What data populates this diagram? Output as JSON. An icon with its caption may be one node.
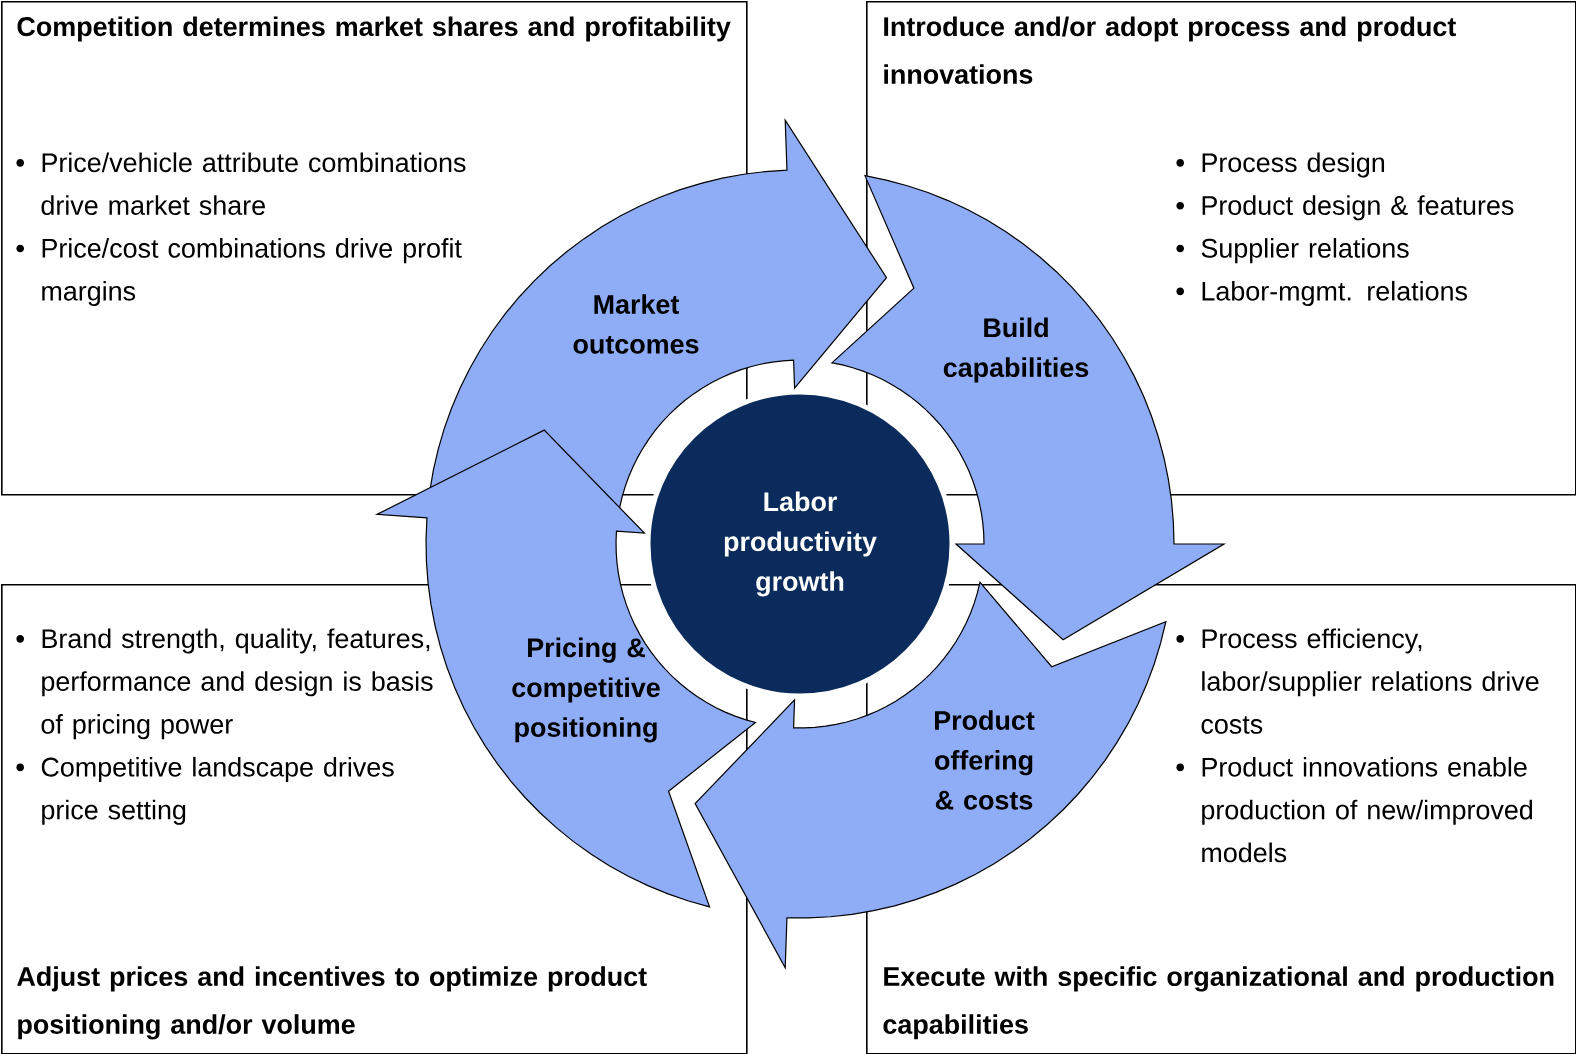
{
  "diagram": {
    "nodes": [
      {
        "text": [
          "Competition determines market shares and profitability",
          "Price/vehicle attribute combinations drive market share",
          "Price/cost combinations drive profit margins"
        ]
      },
      {
        "text": [
          "Introduce and/or adopt process and product innovations",
          "Process design",
          "Product design & features",
          "Supplier relations",
          "Labor-mgmt. relations"
        ]
      },
      {
        "text": [
          "Brand strength, quality, features, performance and design is basis of pricing power",
          "Competitive landscape drives price setting",
          "Adjust prices and incentives to optimize product positioning and/or volume"
        ]
      },
      {
        "text": [
          "Process efficiency, labor/supplier relations drive costs",
          "Product innovations enable production of new/improved models",
          "Execute with specific organizational and production capabilities"
        ]
      },
      {
        "text": [
          "Market outcomes"
        ]
      },
      {
        "text": [
          "Build capabilities"
        ]
      },
      {
        "text": [
          "Product offering & costs"
        ]
      },
      {
        "text": [
          "Pricing & competitive positioning"
        ]
      },
      {
        "text": [
          "Labor productivity growth"
        ]
      }
    ]
  }
}
